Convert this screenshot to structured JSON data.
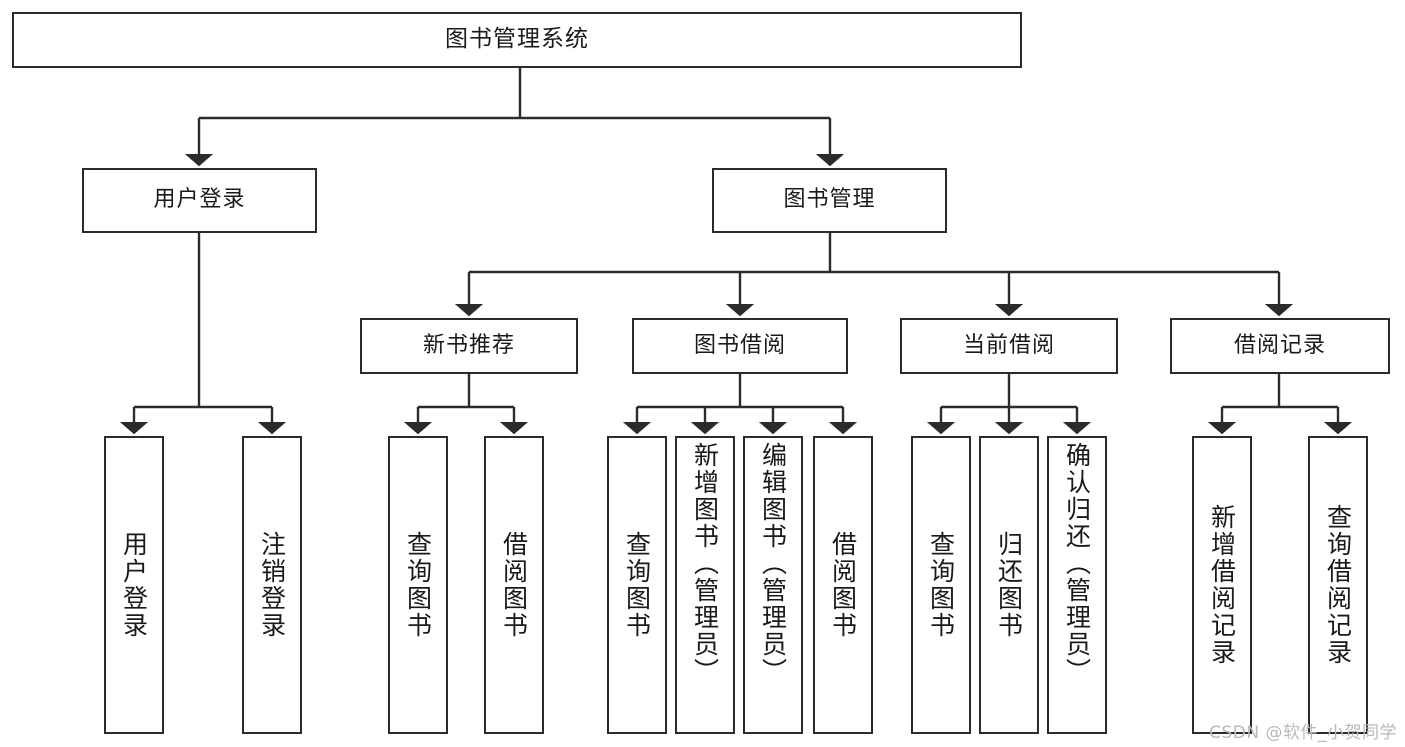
{
  "diagram": {
    "title": "图书管理系统",
    "type": "tree-hierarchy",
    "watermark": "CSDN @软件_小贺同学",
    "colors": {
      "box_border": "#2b2b2b",
      "box_fill": "#ffffff",
      "connector": "#2b2b2b",
      "text": "#1a1a1a",
      "watermark": "#b9b9b9"
    },
    "root": {
      "label": "图书管理系统"
    },
    "level1": [
      {
        "label": "用户登录"
      },
      {
        "label": "图书管理"
      }
    ],
    "level2": [
      {
        "label": "新书推荐"
      },
      {
        "label": "图书借阅"
      },
      {
        "label": "当前借阅"
      },
      {
        "label": "借阅记录"
      }
    ],
    "leaves": {
      "user_login": [
        {
          "label": "用户登录"
        },
        {
          "label": "注销登录"
        }
      ],
      "new_book_recommend": [
        {
          "label": "查询图书"
        },
        {
          "label": "借阅图书"
        }
      ],
      "book_borrow": [
        {
          "label": "查询图书"
        },
        {
          "label": "新增图书（管理员）"
        },
        {
          "label": "编辑图书（管理员）"
        },
        {
          "label": "借阅图书"
        }
      ],
      "current_borrow": [
        {
          "label": "查询图书"
        },
        {
          "label": "归还图书"
        },
        {
          "label": "确认归还（管理员）"
        }
      ],
      "borrow_record": [
        {
          "label": "新增借阅记录"
        },
        {
          "label": "查询借阅记录"
        }
      ]
    }
  }
}
